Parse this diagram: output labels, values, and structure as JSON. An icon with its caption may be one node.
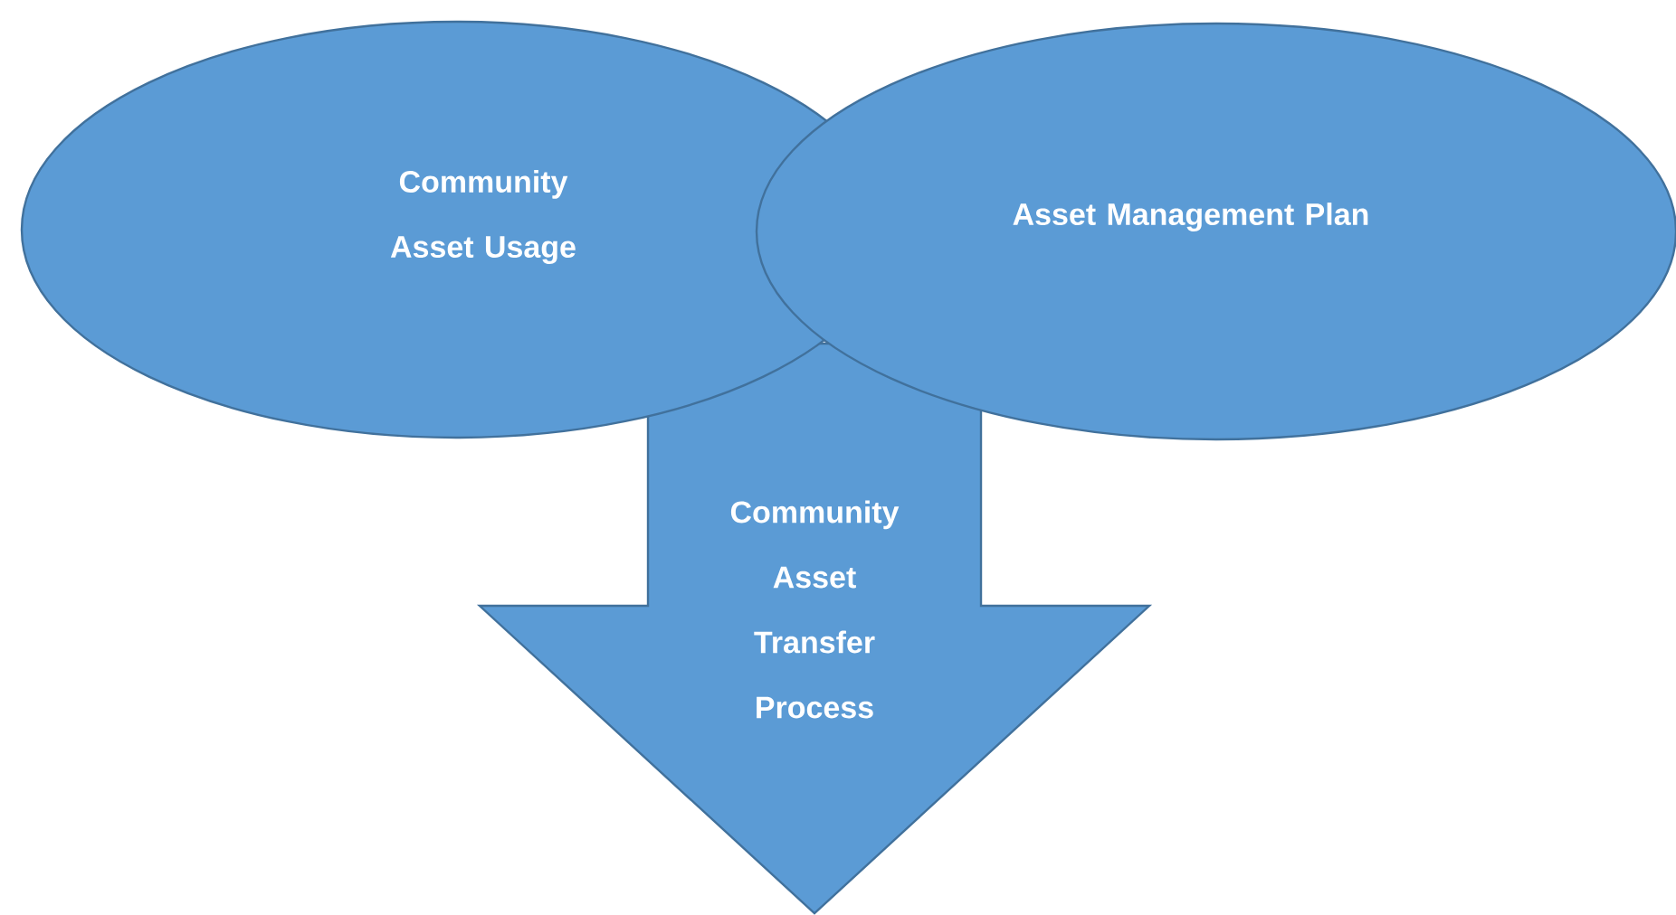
{
  "diagram": {
    "nodes": [
      {
        "text": [
          "Community Asset Usage"
        ]
      },
      {
        "text": [
          "Asset Management Plan"
        ]
      },
      {
        "text": [
          "Community Asset Transfer Process"
        ]
      }
    ]
  }
}
